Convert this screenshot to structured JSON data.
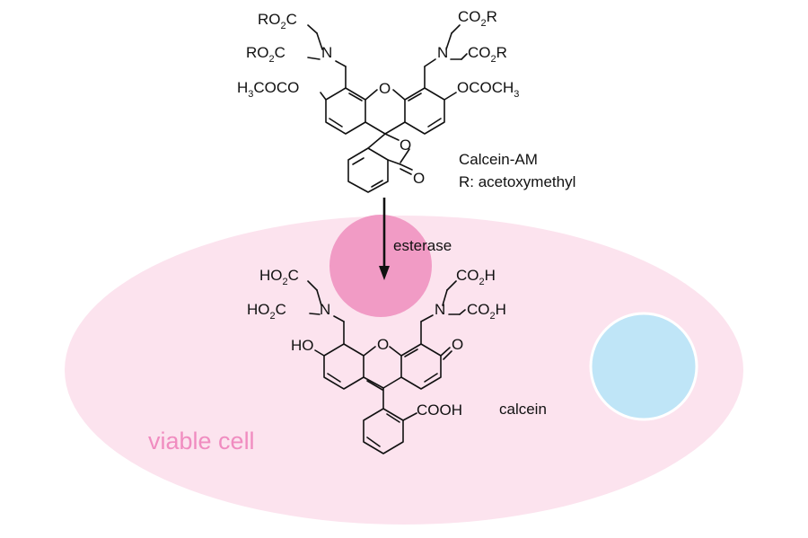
{
  "colors": {
    "cell": "#fce3ee",
    "esterase": "#f19bc5",
    "nucleus": "#bfe5f7",
    "nucleus_border": "#ffffff",
    "cell_label": "#f08cc0"
  },
  "calcein_am": {
    "name": "Calcein-AM",
    "r_note": "R: acetoxymethyl",
    "groups": {
      "tl_ester": "RO",
      "tl_ester_c": "C",
      "ml_ester": "RO",
      "ml_ester_c": "C",
      "tr_ester": "CO",
      "tr_ester_r": "R",
      "mr_ester": "CO",
      "mr_ester_r": "R",
      "left_acetoxy_h": "H",
      "left_acetoxy": "COCO",
      "right_acetoxy": "OCOCH",
      "n_left": "N",
      "n_right": "N",
      "ring_o": "O",
      "lactone_o": "O",
      "carbonyl_o": "O"
    }
  },
  "enzyme": "esterase",
  "calcein": {
    "name": "calcein",
    "groups": {
      "tl_acid": "HO",
      "tl_acid_c": "C",
      "ml_acid": "HO",
      "ml_acid_c": "C",
      "tr_acid": "CO",
      "tr_acid_h": "H",
      "mr_acid": "CO",
      "mr_acid_h": "H",
      "n_left": "N",
      "n_right": "N",
      "hydroxy": "HO",
      "ring_o": "O",
      "keto_o": "O",
      "cooh": "COOH"
    }
  },
  "cell_label": "viable cell",
  "subscript_two": "2",
  "subscript_three": "3"
}
